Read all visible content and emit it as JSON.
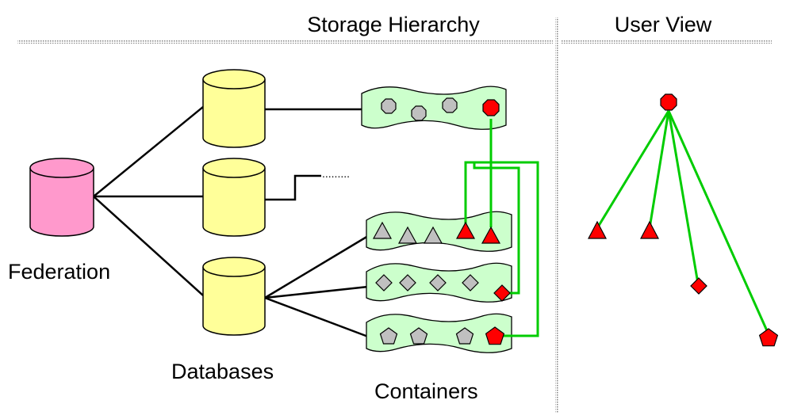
{
  "headings": {
    "storage_hierarchy": "Storage Hierarchy",
    "user_view": "User View"
  },
  "labels": {
    "federation": "Federation",
    "databases": "Databases",
    "containers": "Containers"
  },
  "colors": {
    "federation_fill": "#FF99CC",
    "database_fill": "#FFFF99",
    "container_fill": "#CCFFCC",
    "gray_object": "#C0C0C0",
    "red_object": "#FF0000",
    "link_line": "#00CC00",
    "separator": "#A0A0A0"
  },
  "nodes": [
    {
      "id": "federation",
      "type": "cylinder",
      "label_ref": "labels.federation"
    },
    {
      "id": "db-top",
      "type": "cylinder"
    },
    {
      "id": "db-middle",
      "type": "cylinder"
    },
    {
      "id": "db-bottom",
      "type": "cylinder",
      "label_ref": "labels.databases"
    },
    {
      "id": "container-octagons",
      "type": "container",
      "objects": [
        "octagon",
        "octagon",
        "octagon",
        "octagon-red"
      ]
    },
    {
      "id": "container-triangles",
      "type": "container",
      "objects": [
        "triangle",
        "triangle",
        "triangle",
        "triangle-red",
        "triangle-red"
      ]
    },
    {
      "id": "container-diamonds",
      "type": "container",
      "objects": [
        "diamond",
        "diamond",
        "diamond",
        "diamond",
        "diamond-red"
      ]
    },
    {
      "id": "container-pentagons",
      "type": "container",
      "objects": [
        "pentagon",
        "pentagon",
        "pentagon",
        "pentagon-red"
      ]
    }
  ],
  "user_view": {
    "root": "octagon-red",
    "children": [
      "triangle-red",
      "triangle-red",
      "diamond-red",
      "pentagon-red"
    ]
  }
}
